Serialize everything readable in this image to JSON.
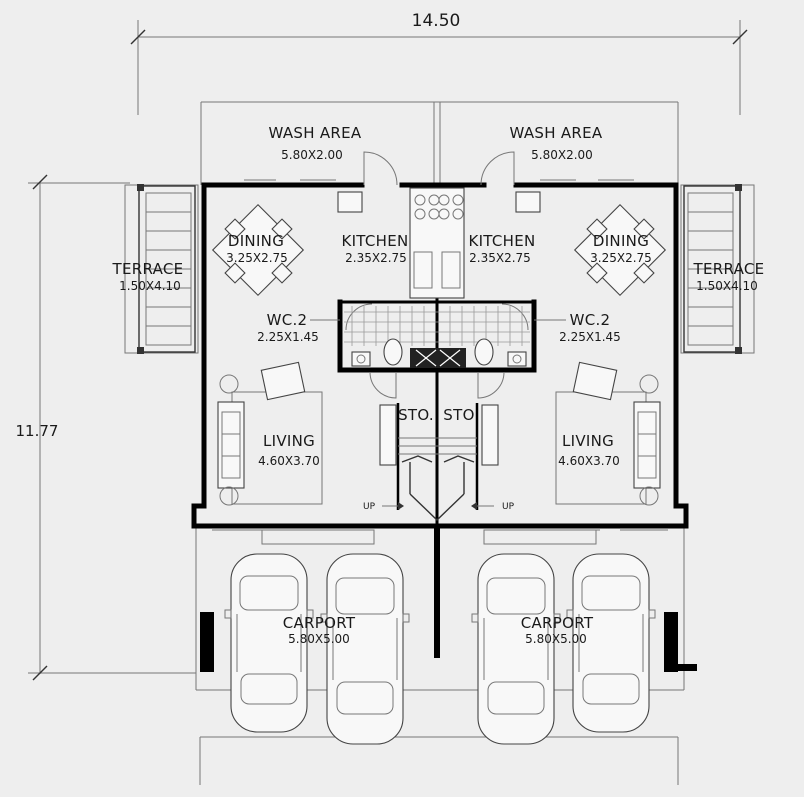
{
  "dimensions": {
    "overall_width": "14.50",
    "overall_depth": "11.77"
  },
  "units": [
    {
      "side": "left",
      "wash_area": {
        "name": "WASH AREA",
        "size": "5.80X2.00"
      },
      "dining": {
        "name": "DINING",
        "size": "3.25X2.75"
      },
      "kitchen": {
        "name": "KITCHEN",
        "size": "2.35X2.75"
      },
      "terrace": {
        "name": "TERRACE",
        "size": "1.50X4.10"
      },
      "wc": {
        "name": "WC.2",
        "size": "2.25X1.45"
      },
      "living": {
        "name": "LIVING",
        "size": "4.60X3.70"
      },
      "storage": {
        "name": "STO."
      },
      "stair": {
        "label": "UP"
      },
      "carport": {
        "name": "CARPORT",
        "size": "5.80X5.00"
      }
    },
    {
      "side": "right",
      "wash_area": {
        "name": "WASH AREA",
        "size": "5.80X2.00"
      },
      "dining": {
        "name": "DINING",
        "size": "3.25X2.75"
      },
      "kitchen": {
        "name": "KITCHEN",
        "size": "2.35X2.75"
      },
      "terrace": {
        "name": "TERRACE",
        "size": "1.50X4.10"
      },
      "wc": {
        "name": "WC.2",
        "size": "2.25X1.45"
      },
      "living": {
        "name": "LIVING",
        "size": "4.60X3.70"
      },
      "storage": {
        "name": "STO"
      },
      "stair": {
        "label": "UP"
      },
      "carport": {
        "name": "CARPORT",
        "size": "5.80X5.00"
      }
    }
  ]
}
